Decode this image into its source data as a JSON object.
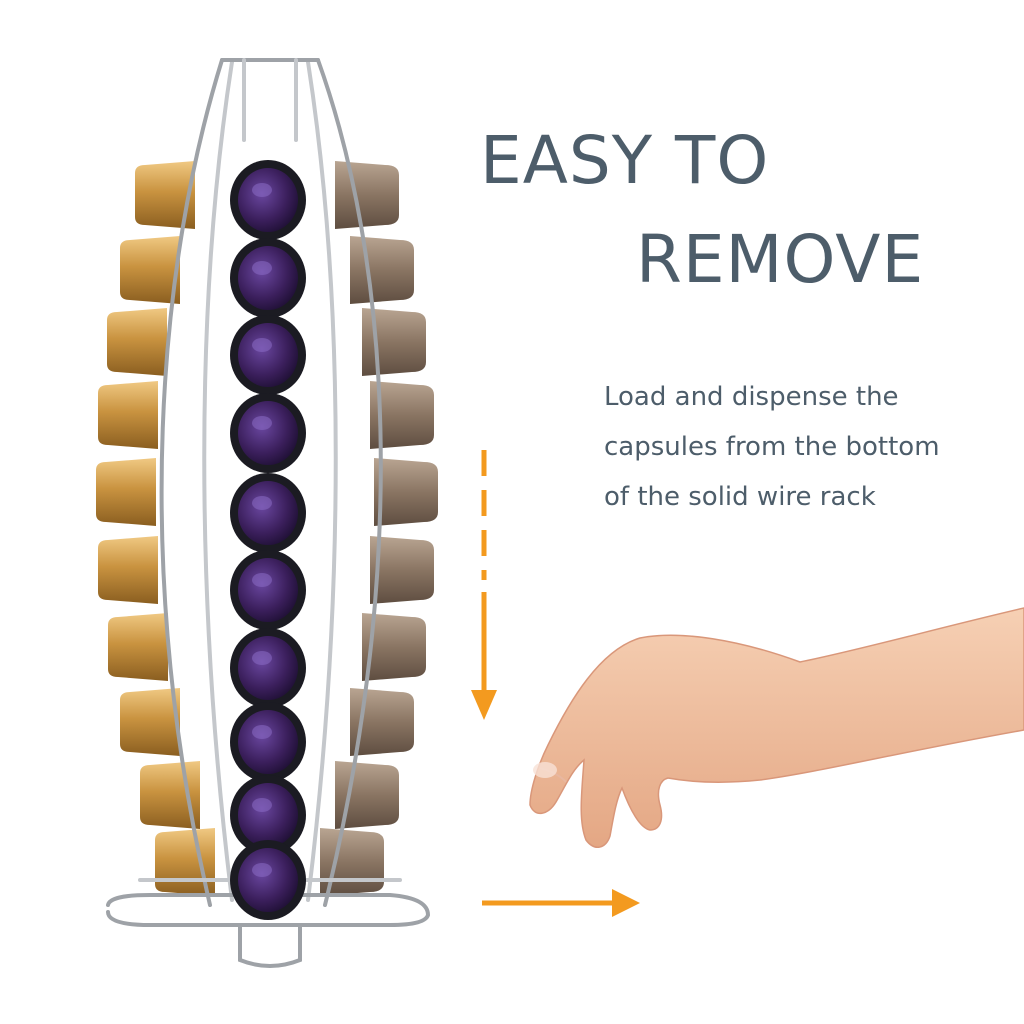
{
  "heading": {
    "line1": "EASY TO",
    "line2": "REMOVE"
  },
  "description": {
    "line1": "Load and dispense the",
    "line2": "capsules from the bottom",
    "line3": "of the solid wire rack"
  },
  "colors": {
    "text": "#4d5d6a",
    "arrow": "#f39a1f",
    "capsule_gold": "#c99340",
    "capsule_bronze": "#8a7563",
    "capsule_purple": "#3b1f5c",
    "wire": "#b9bcc0",
    "skin": "#f2c3a4"
  },
  "icons": [
    "arrow-down-icon",
    "arrow-right-icon"
  ]
}
